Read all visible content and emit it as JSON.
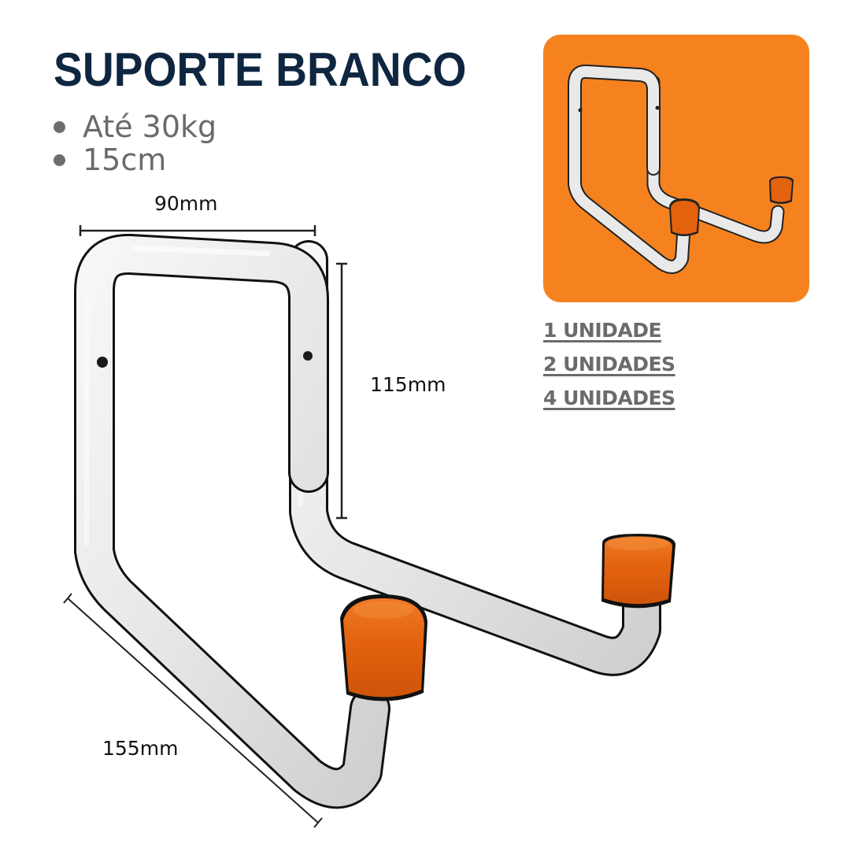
{
  "product": {
    "title": "SUPORTE BRANCO",
    "specs": [
      "Até 30kg",
      "15cm"
    ]
  },
  "dimensions": {
    "width": "90mm",
    "height": "115mm",
    "depth": "155mm"
  },
  "colors": {
    "title": "#0f2640",
    "accent_orange": "#f5821f",
    "cap_orange": "#e0600f",
    "text_gray": "#6b6b6b",
    "hook_white": "#ececec"
  },
  "quantity_options": [
    "1 UNIDADE",
    "2 UNIDADES",
    "4 UNIDADES"
  ]
}
